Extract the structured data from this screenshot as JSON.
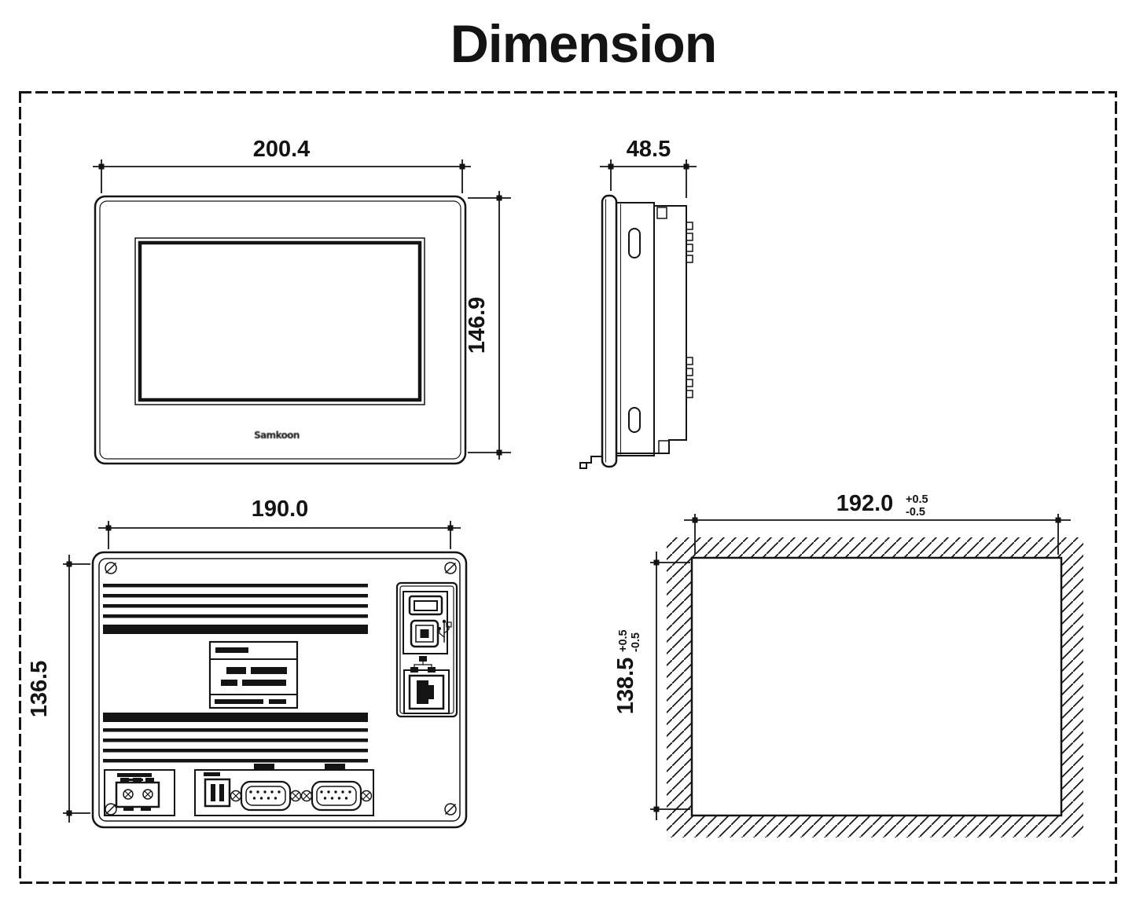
{
  "title": "Dimension",
  "colors": {
    "line": "#141414",
    "background": "#ffffff"
  },
  "views": {
    "front": {
      "width": "200.4",
      "height": "146.9",
      "logo": "Samkoon"
    },
    "side": {
      "depth": "48.5"
    },
    "rear": {
      "width": "190.0",
      "height": "136.5"
    },
    "cutout": {
      "width": "192.0",
      "width_tol_upper": "+0.5",
      "width_tol_lower": "-0.5",
      "height": "138.5",
      "height_tol_upper": "+0.5",
      "height_tol_lower": "-0.5"
    }
  }
}
